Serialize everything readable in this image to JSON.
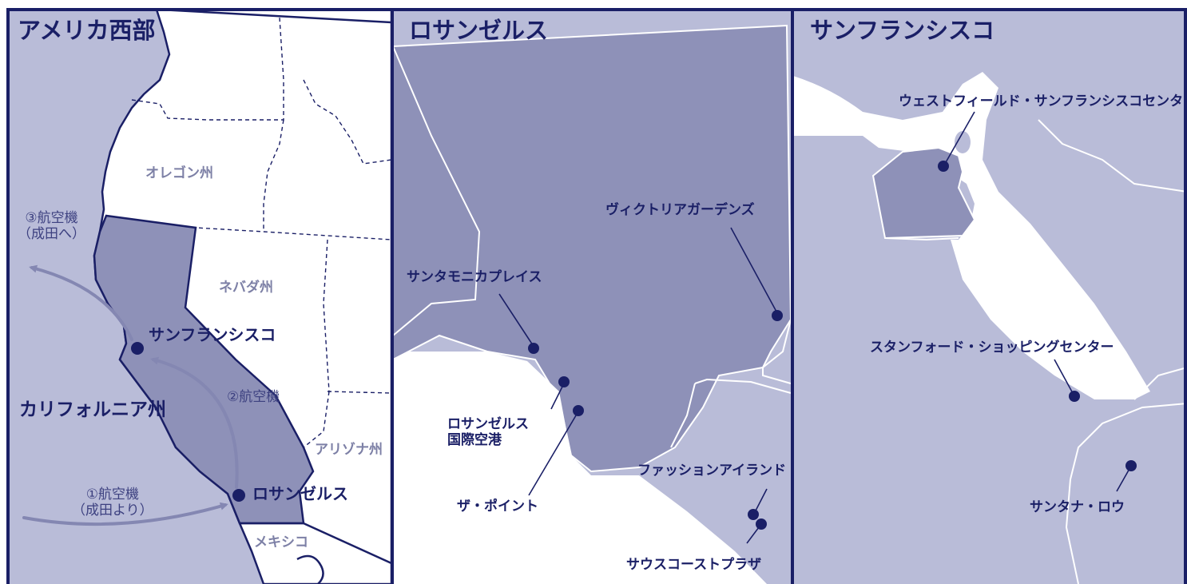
{
  "colors": {
    "border": "#1a1f66",
    "sea": "#b9bcd8",
    "land": "#ffffff",
    "highlight": "#8e91b8",
    "secondary_land": "#b9bcd8",
    "marker": "#1a1f66",
    "route": "#8487b2"
  },
  "west": {
    "title": "アメリカ西部",
    "states": {
      "oregon": "オレゴン州",
      "nevada": "ネバダ州",
      "arizona": "アリゾナ州",
      "california": "カリフォルニア州",
      "mexico": "メキシコ"
    },
    "cities": {
      "san_francisco": "サンフランシスコ",
      "los_angeles": "ロサンゼルス"
    },
    "routes": {
      "route1": [
        "①航空機",
        "（成田より）"
      ],
      "route2": "②航空機",
      "route3": [
        "③航空機",
        "（成田へ）"
      ]
    }
  },
  "la": {
    "title": "ロサンゼルス",
    "places": {
      "victoria_gardens": "ヴィクトリアガーデンズ",
      "santa_monica_place": "サンタモニカプレイス",
      "lax": [
        "ロサンゼルス",
        "国際空港"
      ],
      "the_point": "ザ・ポイント",
      "fashion_island": "ファッションアイランド",
      "south_coast_plaza": "サウスコーストプラザ"
    }
  },
  "sf": {
    "title": "サンフランシスコ",
    "places": {
      "westfield_sf_centre": "ウェストフィールド・サンフランシスコセンター",
      "stanford_shopping_center": "スタンフォード・ショッピングセンター",
      "santana_row": "サンタナ・ロウ"
    }
  }
}
